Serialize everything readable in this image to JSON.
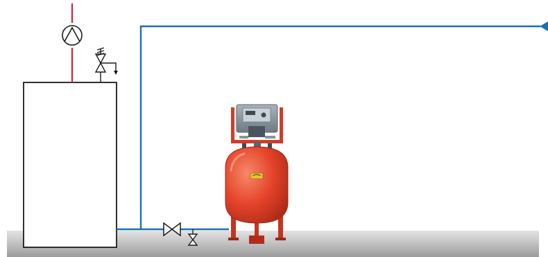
{
  "colors": {
    "supply_line": "#d4213d",
    "return_line": "#1a6fb5",
    "vessel": "#e5432a",
    "vessel_dark": "#b8301c",
    "vessel_light": "#f47a5a",
    "ground_light": "#e6e6e6",
    "ground_dark": "#9a9a9a",
    "controller_body": "#8f9aa3",
    "controller_frame": "#d23c26",
    "boiler_fill": "#ffffff",
    "stroke": "#1a1a1a",
    "nameplate": "#f2c230"
  },
  "components": {
    "boiler": {
      "icon": "boiler-tank"
    },
    "pump": {
      "icon": "circulation-pump-icon"
    },
    "safety_valve": {
      "icon": "safety-relief-valve-icon"
    },
    "expansion_vessel": {
      "icon": "pressurized-expansion-vessel"
    },
    "control_unit": {
      "icon": "pressure-control-unit"
    },
    "shutoff_valve": {
      "icon": "gate-valve-icon"
    },
    "drain_valve": {
      "icon": "drain-valve-icon"
    },
    "flow_arrow": {
      "icon": "return-flow-arrow-icon"
    }
  },
  "nameplate_text": ""
}
